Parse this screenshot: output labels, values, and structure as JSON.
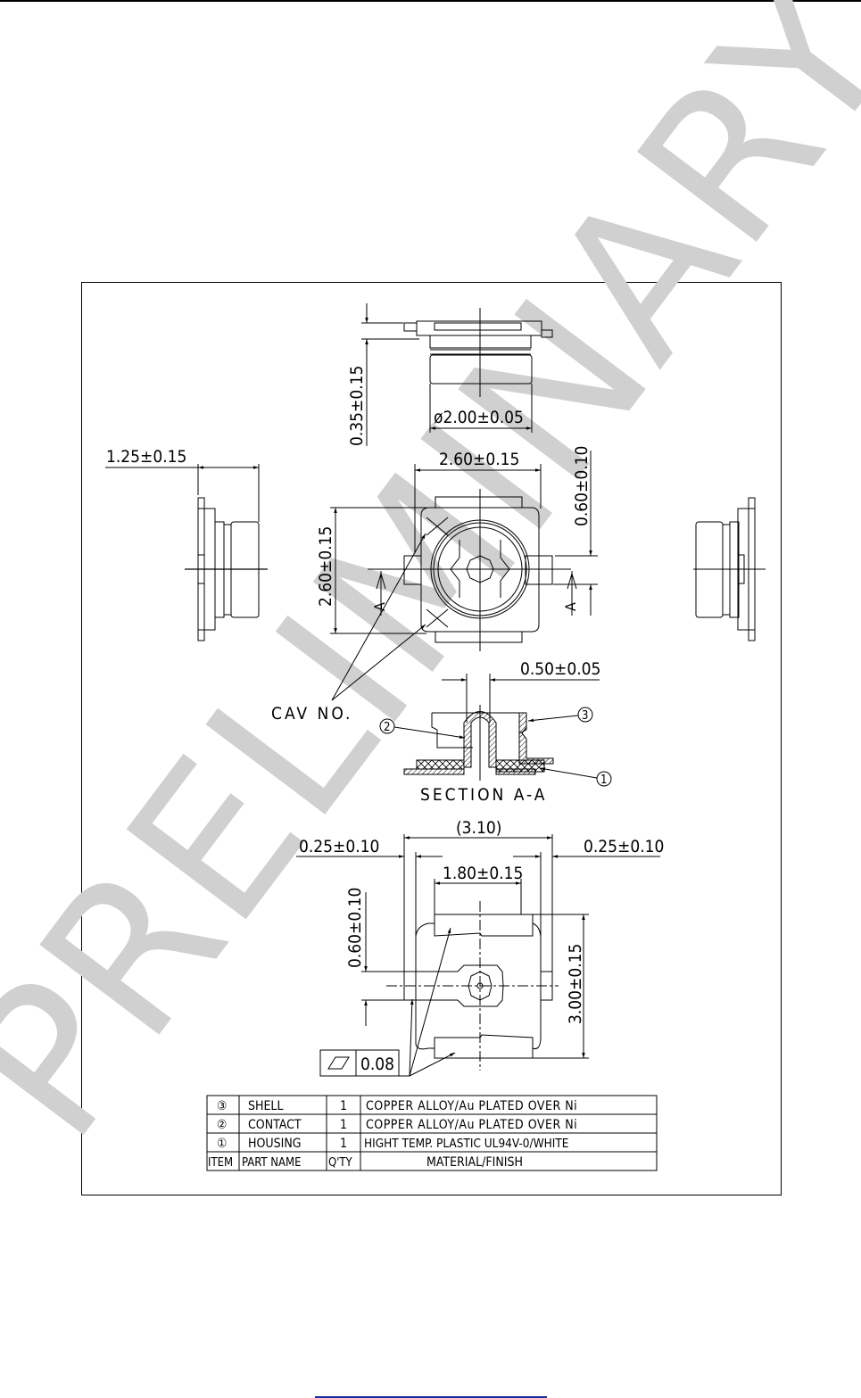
{
  "page": {
    "watermark": "PRELIMINARY"
  },
  "drawing": {
    "top_view": {
      "dim_height": "0.35±0.15",
      "dim_diameter": "ø2.00±0.05"
    },
    "left_view": {
      "dim_depth": "1.25±0.15"
    },
    "front_view": {
      "dim_width": "2.60±0.15",
      "dim_height": "2.60±0.15",
      "dim_tab": "0.60±0.10",
      "section_mark": "A"
    },
    "callouts": {
      "cav_no": "CAV NO.",
      "pitch": "0.50±0.05",
      "section_label": "SECTION A-A",
      "balloon_1": "1",
      "balloon_2": "2",
      "balloon_3": "3"
    },
    "bottom_view": {
      "dim_overall": "(3.10)",
      "dim_left_pad": "0.25±0.10",
      "dim_right_pad": "0.25±0.10",
      "dim_pad_span": "1.80±0.15",
      "dim_tab": "0.60±0.10",
      "dim_length": "3.00±0.15",
      "flatness_value": "0.08"
    }
  },
  "bom_table": {
    "headers": [
      "ITEM",
      "PART NAME",
      "Q'TY",
      "MATERIAL/FINISH"
    ],
    "rows": [
      {
        "item": "③",
        "part": "SHELL",
        "qty": "1",
        "material": "COPPER ALLOY/Au PLATED OVER Ni"
      },
      {
        "item": "②",
        "part": "CONTACT",
        "qty": "1",
        "material": "COPPER ALLOY/Au PLATED OVER Ni"
      },
      {
        "item": "①",
        "part": "HOUSING",
        "qty": "1",
        "material": "HIGHT TEMP. PLASTIC UL94V-0/WHITE"
      }
    ]
  },
  "colors": {
    "line": "#000000",
    "watermark": "#d0d0d0",
    "link": "#1a2a9a"
  }
}
